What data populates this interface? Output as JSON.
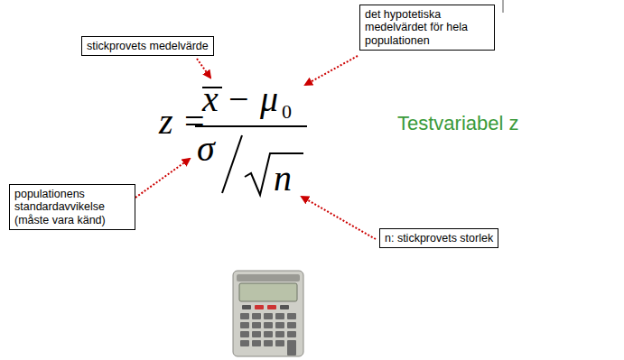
{
  "diagram": {
    "nodes": [
      {
        "text": [
          "det hypotetiska medelvärdet för hela populationen"
        ]
      },
      {
        "text": [
          "stickprovets medelvärde"
        ]
      },
      {
        "text": [
          "populationens standardavvikelse (måste vara känd)"
        ]
      },
      {
        "text": [
          "n: stickprovets storlek"
        ]
      }
    ],
    "labels": [
      "z",
      "=",
      "x",
      "−",
      "μ",
      "0",
      "σ",
      "n",
      "Testvariabel z"
    ]
  }
}
